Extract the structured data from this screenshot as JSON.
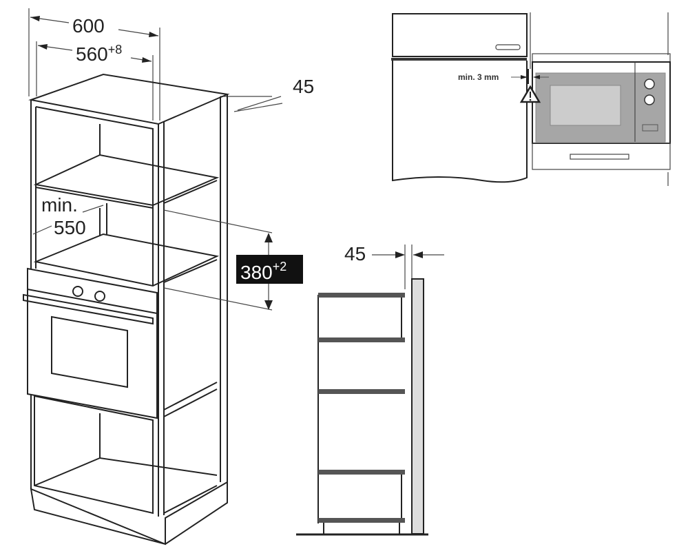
{
  "left_unit": {
    "width_label": "600",
    "niche_width_label": "560",
    "niche_width_tolerance": "+8",
    "depth_offset_label": "45",
    "min_label": "min.",
    "min_depth_label": "550",
    "niche_height_label": "380",
    "niche_height_tolerance": "+2"
  },
  "side_view": {
    "offset_label": "45"
  },
  "top_right": {
    "gap_label": "min. 3 mm",
    "warning_icon": "warning-triangle-icon"
  },
  "colors": {
    "line": "#222222",
    "appliance_gray": "#a6a6a6",
    "window_gray": "#cccccc",
    "label_box": "#111111"
  }
}
